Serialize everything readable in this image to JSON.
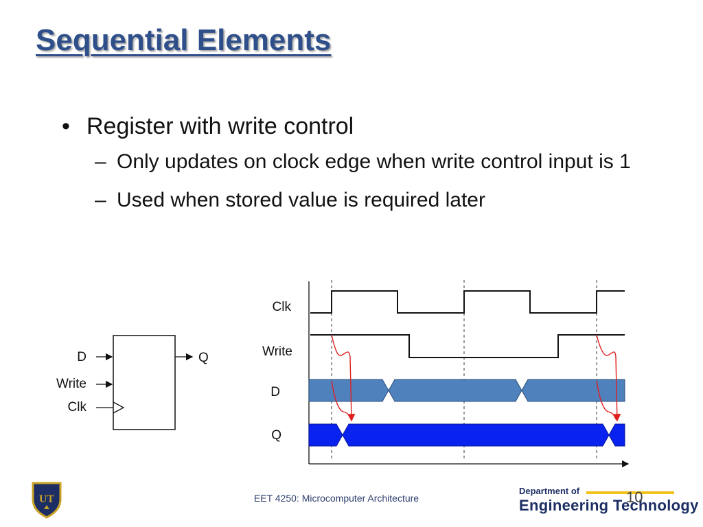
{
  "slide": {
    "title": "Sequential Elements",
    "bullet": "Register with write control",
    "subbullets": [
      "Only updates on clock edge when write control input is 1",
      "Used when stored value is required later"
    ]
  },
  "register_block": {
    "inputs": [
      "D",
      "Write",
      "Clk"
    ],
    "output": "Q"
  },
  "timing": {
    "signals": [
      "Clk",
      "Write",
      "D",
      "Q"
    ]
  },
  "footer": {
    "course": "EET 4250: Microcomputer Architecture",
    "page": "10",
    "dept_small": "Department of",
    "dept_big": "Engineering Technology",
    "logo_text": "UT"
  },
  "colors": {
    "title": "#2e4f8a",
    "d_bus": "#4f81bd",
    "q_bus": "#0a22f0",
    "arrow": "#e02020",
    "dept": "#1c2e63",
    "accent": "#f3c21b"
  }
}
